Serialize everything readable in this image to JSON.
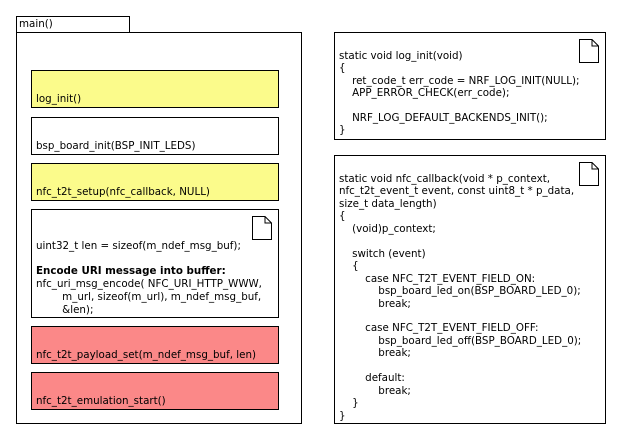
{
  "frame": {
    "title": "main()"
  },
  "calls": [
    "log_init()",
    "bsp_board_init(BSP_INIT_LEDS)",
    "nfc_t2t_setup(nfc_callback, NULL)",
    "nfc_t2t_payload_set(m_ndef_msg_buf, len)",
    "nfc_t2t_emulation_start()"
  ],
  "encode_note": {
    "line1": "uint32_t len = sizeof(m_ndef_msg_buf);",
    "heading": "Encode URI message into buffer:",
    "line3": "nfc_uri_msg_encode( NFC_URI_HTTP_WWW,",
    "line4": "        m_url, sizeof(m_url), m_ndef_msg_buf,",
    "line5": "        &len);"
  },
  "log_init_note": {
    "lines": [
      "static void log_init(void)",
      "{",
      "    ret_code_t err_code = NRF_LOG_INIT(NULL);",
      "    APP_ERROR_CHECK(err_code);",
      "",
      "    NRF_LOG_DEFAULT_BACKENDS_INIT();",
      "}"
    ]
  },
  "callback_note": {
    "lines": [
      "static void nfc_callback(void * p_context,",
      "nfc_t2t_event_t event, const uint8_t * p_data,",
      "size_t data_length)",
      "{",
      "    (void)p_context;",
      "",
      "    switch (event)",
      "    {",
      "        case NFC_T2T_EVENT_FIELD_ON:",
      "            bsp_board_led_on(BSP_BOARD_LED_0);",
      "            break;",
      "",
      "        case NFC_T2T_EVENT_FIELD_OFF:",
      "            bsp_board_led_off(BSP_BOARD_LED_0);",
      "            break;",
      "",
      "        default:",
      "            break;",
      "    }",
      "}"
    ]
  },
  "colors": {
    "highlight_yellow": "#fbfb8b",
    "highlight_red": "#fb8888"
  }
}
